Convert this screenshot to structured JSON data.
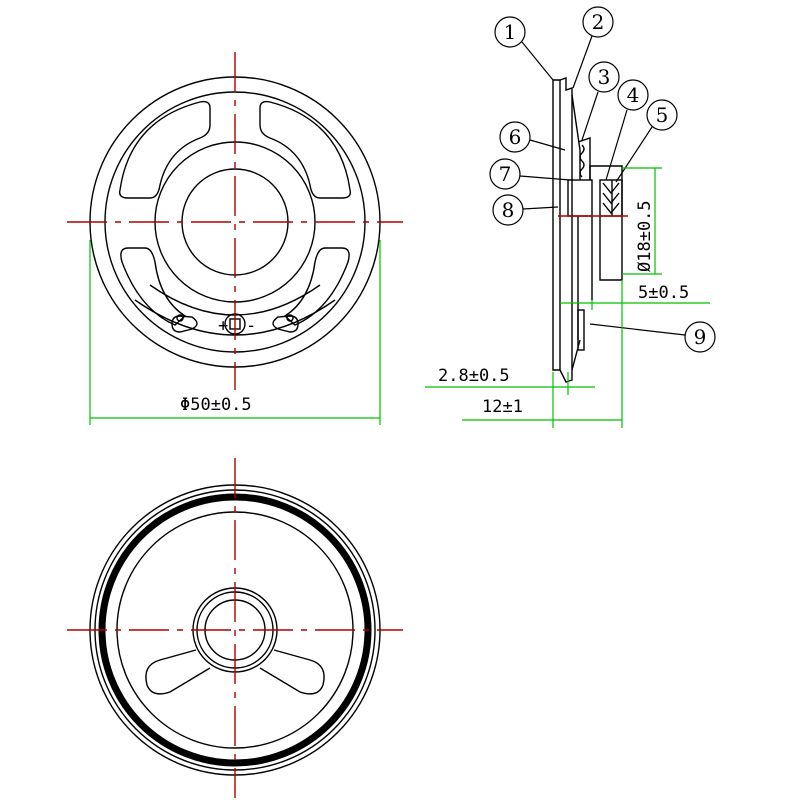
{
  "drawing": {
    "subject": "50mm speaker",
    "colors": {
      "outline": "#000000",
      "centerline": "#b00000",
      "dimension": "#00c000",
      "background": "#ffffff"
    },
    "views": {
      "front": {
        "dimension_label": "Φ50±0.5",
        "terminal_plus": "+",
        "terminal_minus": "-"
      },
      "side": {
        "callouts": [
          "1",
          "2",
          "3",
          "4",
          "5",
          "6",
          "7",
          "8",
          "9"
        ],
        "dimensions": {
          "magnet_diameter": "Ø18±0.5",
          "magnet_height": "5±0.5",
          "cone_offset": "2.8±0.5",
          "total_depth": "12±1"
        }
      },
      "back": {}
    }
  }
}
